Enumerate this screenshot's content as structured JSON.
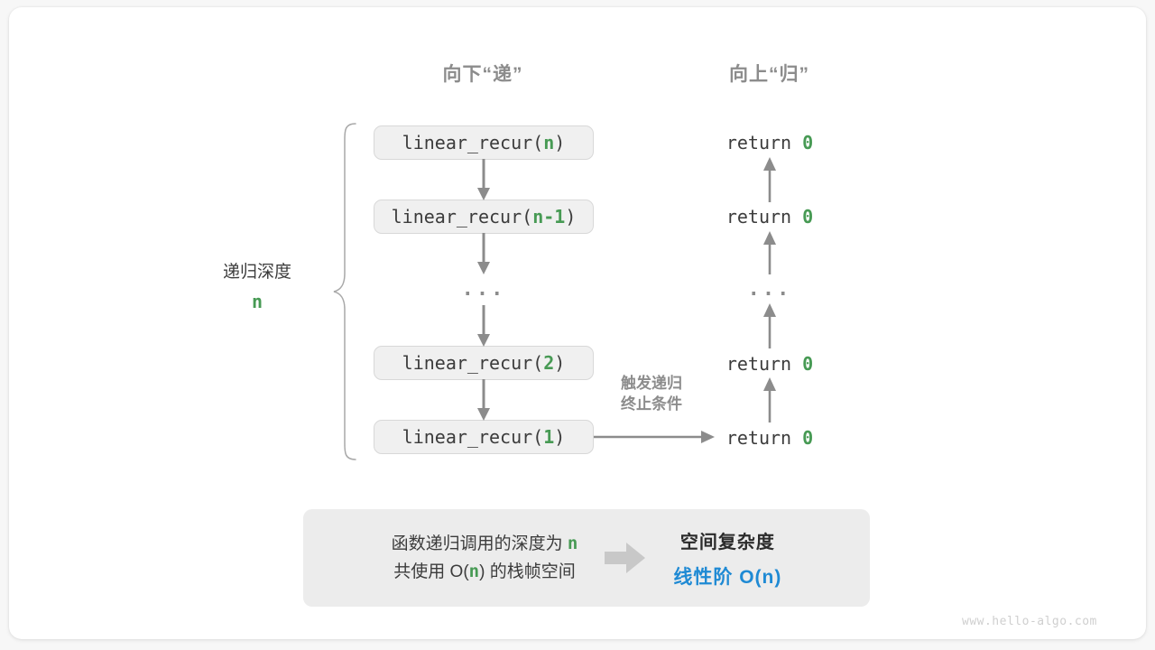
{
  "colors": {
    "green": "#479a54",
    "blue": "#1f8ad4",
    "gray_text": "#3c3c3c",
    "gray_mid": "#8c8c8c",
    "box_fill": "#f0f0f0",
    "box_border": "#d8d8d8",
    "summary_fill": "#ececec",
    "card_bg": "#ffffff",
    "page_bg": "#f7f7f7"
  },
  "headers": {
    "down": "向下“递”",
    "up": "向上“归”"
  },
  "depth": {
    "label": "递归深度",
    "value": "n"
  },
  "calls": [
    {
      "name": "linear_recur(",
      "arg": "n",
      "close": ")"
    },
    {
      "name": "linear_recur(",
      "arg": "n-1",
      "close": ")"
    },
    {
      "name": "linear_recur(",
      "arg": "2",
      "close": ")"
    },
    {
      "name": "linear_recur(",
      "arg": "1",
      "close": ")"
    }
  ],
  "call_ellipsis": "...",
  "returns": [
    {
      "text": "return ",
      "value": "0"
    },
    {
      "text": "return ",
      "value": "0"
    },
    {
      "text": "return ",
      "value": "0"
    },
    {
      "text": "return ",
      "value": "0"
    }
  ],
  "return_ellipsis": "...",
  "trigger_note": {
    "line1": "触发递归",
    "line2": "终止条件"
  },
  "summary": {
    "left_line1_a": "函数递归调用的深度为 ",
    "left_line1_n": "n",
    "left_line2_a": "共使用 O(",
    "left_line2_n": "n",
    "left_line2_b": ") 的栈帧空间",
    "right_title": "空间复杂度",
    "right_value": "线性阶 O(n)"
  },
  "watermark": "www.hello-algo.com"
}
